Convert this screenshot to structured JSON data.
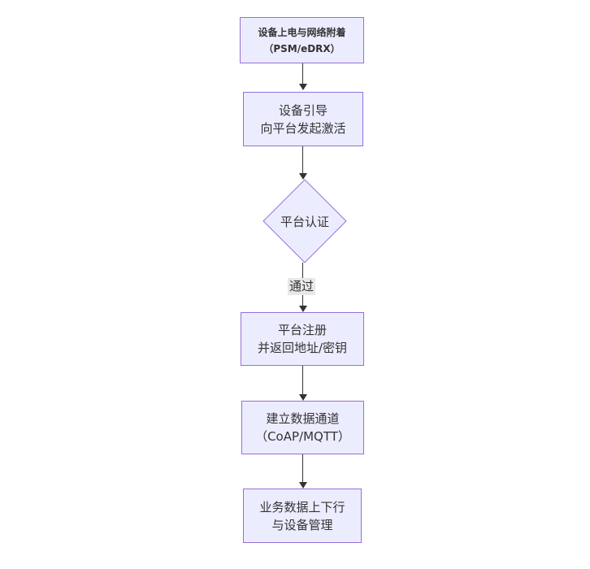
{
  "diagram": {
    "type": "flowchart",
    "direction": "top-down",
    "colors": {
      "node_fill": "#ECECFF",
      "node_border": "#9370DB",
      "edge": "#333333",
      "text": "#333333",
      "edge_label_bg": "#e8e8e8",
      "background": "#ffffff"
    },
    "nodes": [
      {
        "id": "power-network-attach",
        "shape": "rect",
        "lines": [
          "设备上电与网络附着",
          "（PSM/eDRX）"
        ]
      },
      {
        "id": "device-bootstrap",
        "shape": "rect",
        "lines": [
          "设备引导",
          "向平台发起激活"
        ]
      },
      {
        "id": "platform-auth",
        "shape": "diamond",
        "lines": [
          "平台认证"
        ]
      },
      {
        "id": "platform-register",
        "shape": "rect",
        "lines": [
          "平台注册",
          "并返回地址/密钥"
        ]
      },
      {
        "id": "data-channel",
        "shape": "rect",
        "lines": [
          "建立数据通道",
          "（CoAP/MQTT）"
        ]
      },
      {
        "id": "business-data",
        "shape": "rect",
        "lines": [
          "业务数据上下行",
          "与设备管理"
        ]
      }
    ],
    "edges": [
      {
        "from": "power-network-attach",
        "to": "device-bootstrap",
        "label": ""
      },
      {
        "from": "device-bootstrap",
        "to": "platform-auth",
        "label": ""
      },
      {
        "from": "platform-auth",
        "to": "platform-register",
        "label": "通过"
      },
      {
        "from": "platform-register",
        "to": "data-channel",
        "label": ""
      },
      {
        "from": "data-channel",
        "to": "business-data",
        "label": ""
      }
    ]
  }
}
